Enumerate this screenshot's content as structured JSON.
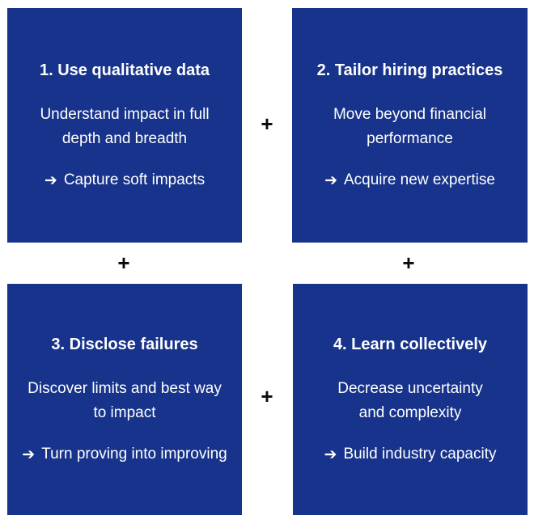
{
  "colors": {
    "box_bg": "#17338B",
    "text": "#FFFFFF",
    "plus": "#0A0A0A",
    "page_bg": "#FFFFFF"
  },
  "plus_symbol": "+",
  "arrow_icon": "➔",
  "boxes": [
    {
      "title": "1. Use qualitative data",
      "desc_line1": "Understand impact in full",
      "desc_line2": "depth and breadth",
      "action": "Capture soft impacts"
    },
    {
      "title": "2. Tailor hiring practices",
      "desc_line1": "Move beyond financial",
      "desc_line2": "performance",
      "action": "Acquire new expertise"
    },
    {
      "title": "3. Disclose failures",
      "desc_line1": "Discover limits and best way",
      "desc_line2": "to impact",
      "action": "Turn proving into improving"
    },
    {
      "title": "4. Learn collectively",
      "desc_line1": "Decrease uncertainty",
      "desc_line2": "and complexity",
      "action": "Build industry capacity"
    }
  ]
}
